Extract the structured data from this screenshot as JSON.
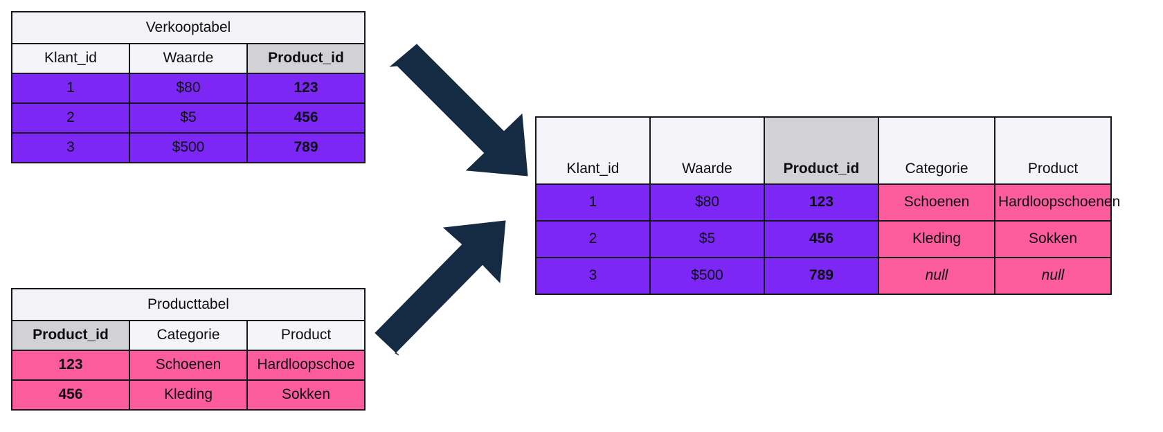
{
  "diagram": {
    "type": "table-join-illustration",
    "language": "nl",
    "colors": {
      "row_left_fill": "#7c27f5",
      "row_right_fill": "#fc5c9c",
      "header_fill": "#f5f5f9",
      "key_header_fill": "#d2d2d4",
      "arrow_fill": "#142b43",
      "border": "#16161e",
      "background": "#ffffff"
    }
  },
  "sales_table": {
    "title": "Verkooptabel",
    "columns": [
      "Klant_id",
      "Waarde",
      "Product_id"
    ],
    "key_column_index": 2,
    "rows": [
      [
        "1",
        "$80",
        "123"
      ],
      [
        "2",
        "$5",
        "456"
      ],
      [
        "3",
        "$500",
        "789"
      ]
    ]
  },
  "product_table": {
    "title": "Producttabel",
    "columns": [
      "Product_id",
      "Categorie",
      "Product"
    ],
    "key_column_index": 0,
    "rows": [
      [
        "123",
        "Schoenen",
        "Hardloopschoe"
      ],
      [
        "456",
        "Kleding",
        "Sokken"
      ]
    ]
  },
  "result_table": {
    "columns": [
      "Klant_id",
      "Waarde",
      "Product_id",
      "Categorie",
      "Product"
    ],
    "key_column_index": 2,
    "rows": [
      [
        "1",
        "$80",
        "123",
        "Schoenen",
        "Hardloopschoenen"
      ],
      [
        "2",
        "$5",
        "456",
        "Kleding",
        "Sokken"
      ],
      [
        "3",
        "$500",
        "789",
        "null",
        "null"
      ]
    ]
  },
  "arrows": [
    {
      "name": "arrow-sales-to-result",
      "direction": "down-right"
    },
    {
      "name": "arrow-product-to-result",
      "direction": "up-right"
    }
  ]
}
